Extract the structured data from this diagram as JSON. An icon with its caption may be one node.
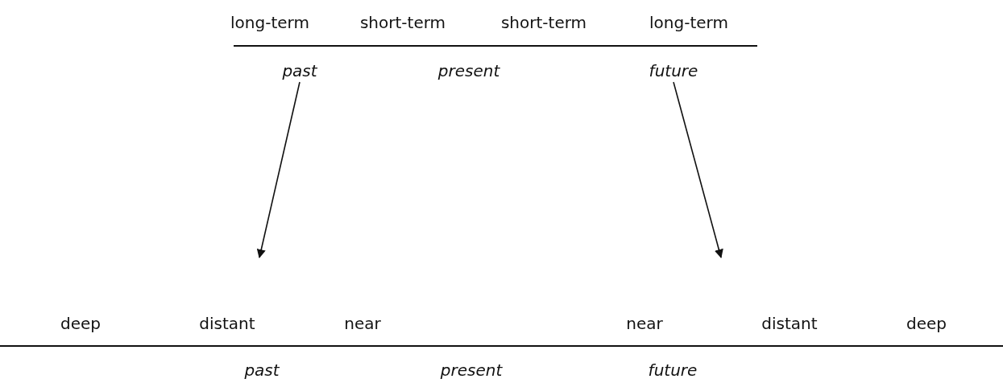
{
  "diagram": {
    "nodes": [
      {
        "text": [
          "past"
        ]
      },
      {
        "text": [
          "future"
        ]
      }
    ],
    "edges": [
      {
        "from": 0,
        "to": null,
        "arrow": "to"
      },
      {
        "from": 1,
        "to": null,
        "arrow": "to"
      }
    ],
    "labels": [
      "long-term",
      "short-term",
      "short-term",
      "long-term",
      "present",
      "deep",
      "distant",
      "near",
      "near",
      "distant",
      "deep",
      "past",
      "present",
      "future"
    ]
  }
}
